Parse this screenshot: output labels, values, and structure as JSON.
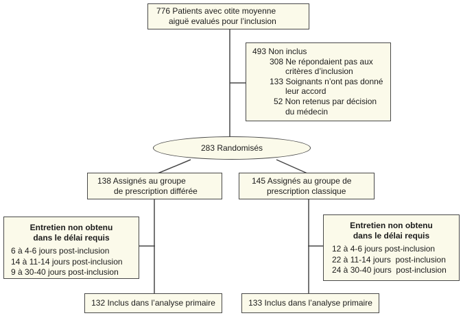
{
  "colors": {
    "background": "#ffffff",
    "box_fill": "#fbfaea",
    "box_border": "#474747",
    "line_color": "#474747",
    "text_color": "#1b1b1b"
  },
  "flow": {
    "screened": {
      "lines": [
        "776 Patients avec otite moyenne",
        "aiguë evalués pour l’inclusion"
      ]
    },
    "not_included": {
      "lines": [
        "493 Non inclus",
        "308 Ne répondaient pas aux",
        "critères d’inclusion",
        "133 Soignants n’ont pas donné",
        "leur accord",
        "52 Non retenus par décision",
        "du médecin"
      ]
    },
    "randomized": {
      "label": "283 Randomisés"
    },
    "assigned_deferred": {
      "lines": [
        "138 Assignés au groupe",
        "de prescription différée"
      ]
    },
    "assigned_standard": {
      "lines": [
        "145 Assignés au groupe de",
        "prescription classique"
      ]
    },
    "missed_deferred": {
      "header": [
        "Entretien non obtenu",
        "dans le délai requis"
      ],
      "lines": [
        "6 à 4-6 jours post-inclusion",
        "14 à 11-14 jours post-inclusion",
        "9 à 30-40 jours post-inclusion"
      ]
    },
    "missed_standard": {
      "header": [
        "Entretien non obtenu",
        "dans le délai requis"
      ],
      "lines": [
        "12 à 4-6 jours post-inclusion",
        "22 à 11-14 jours  post-inclusion",
        "24 à 30-40 jours  post-inclusion"
      ]
    },
    "analysis_deferred": {
      "label": "132 Inclus dans l’analyse primaire"
    },
    "analysis_standard": {
      "label": "133 Inclus dans l’analyse primaire"
    }
  }
}
